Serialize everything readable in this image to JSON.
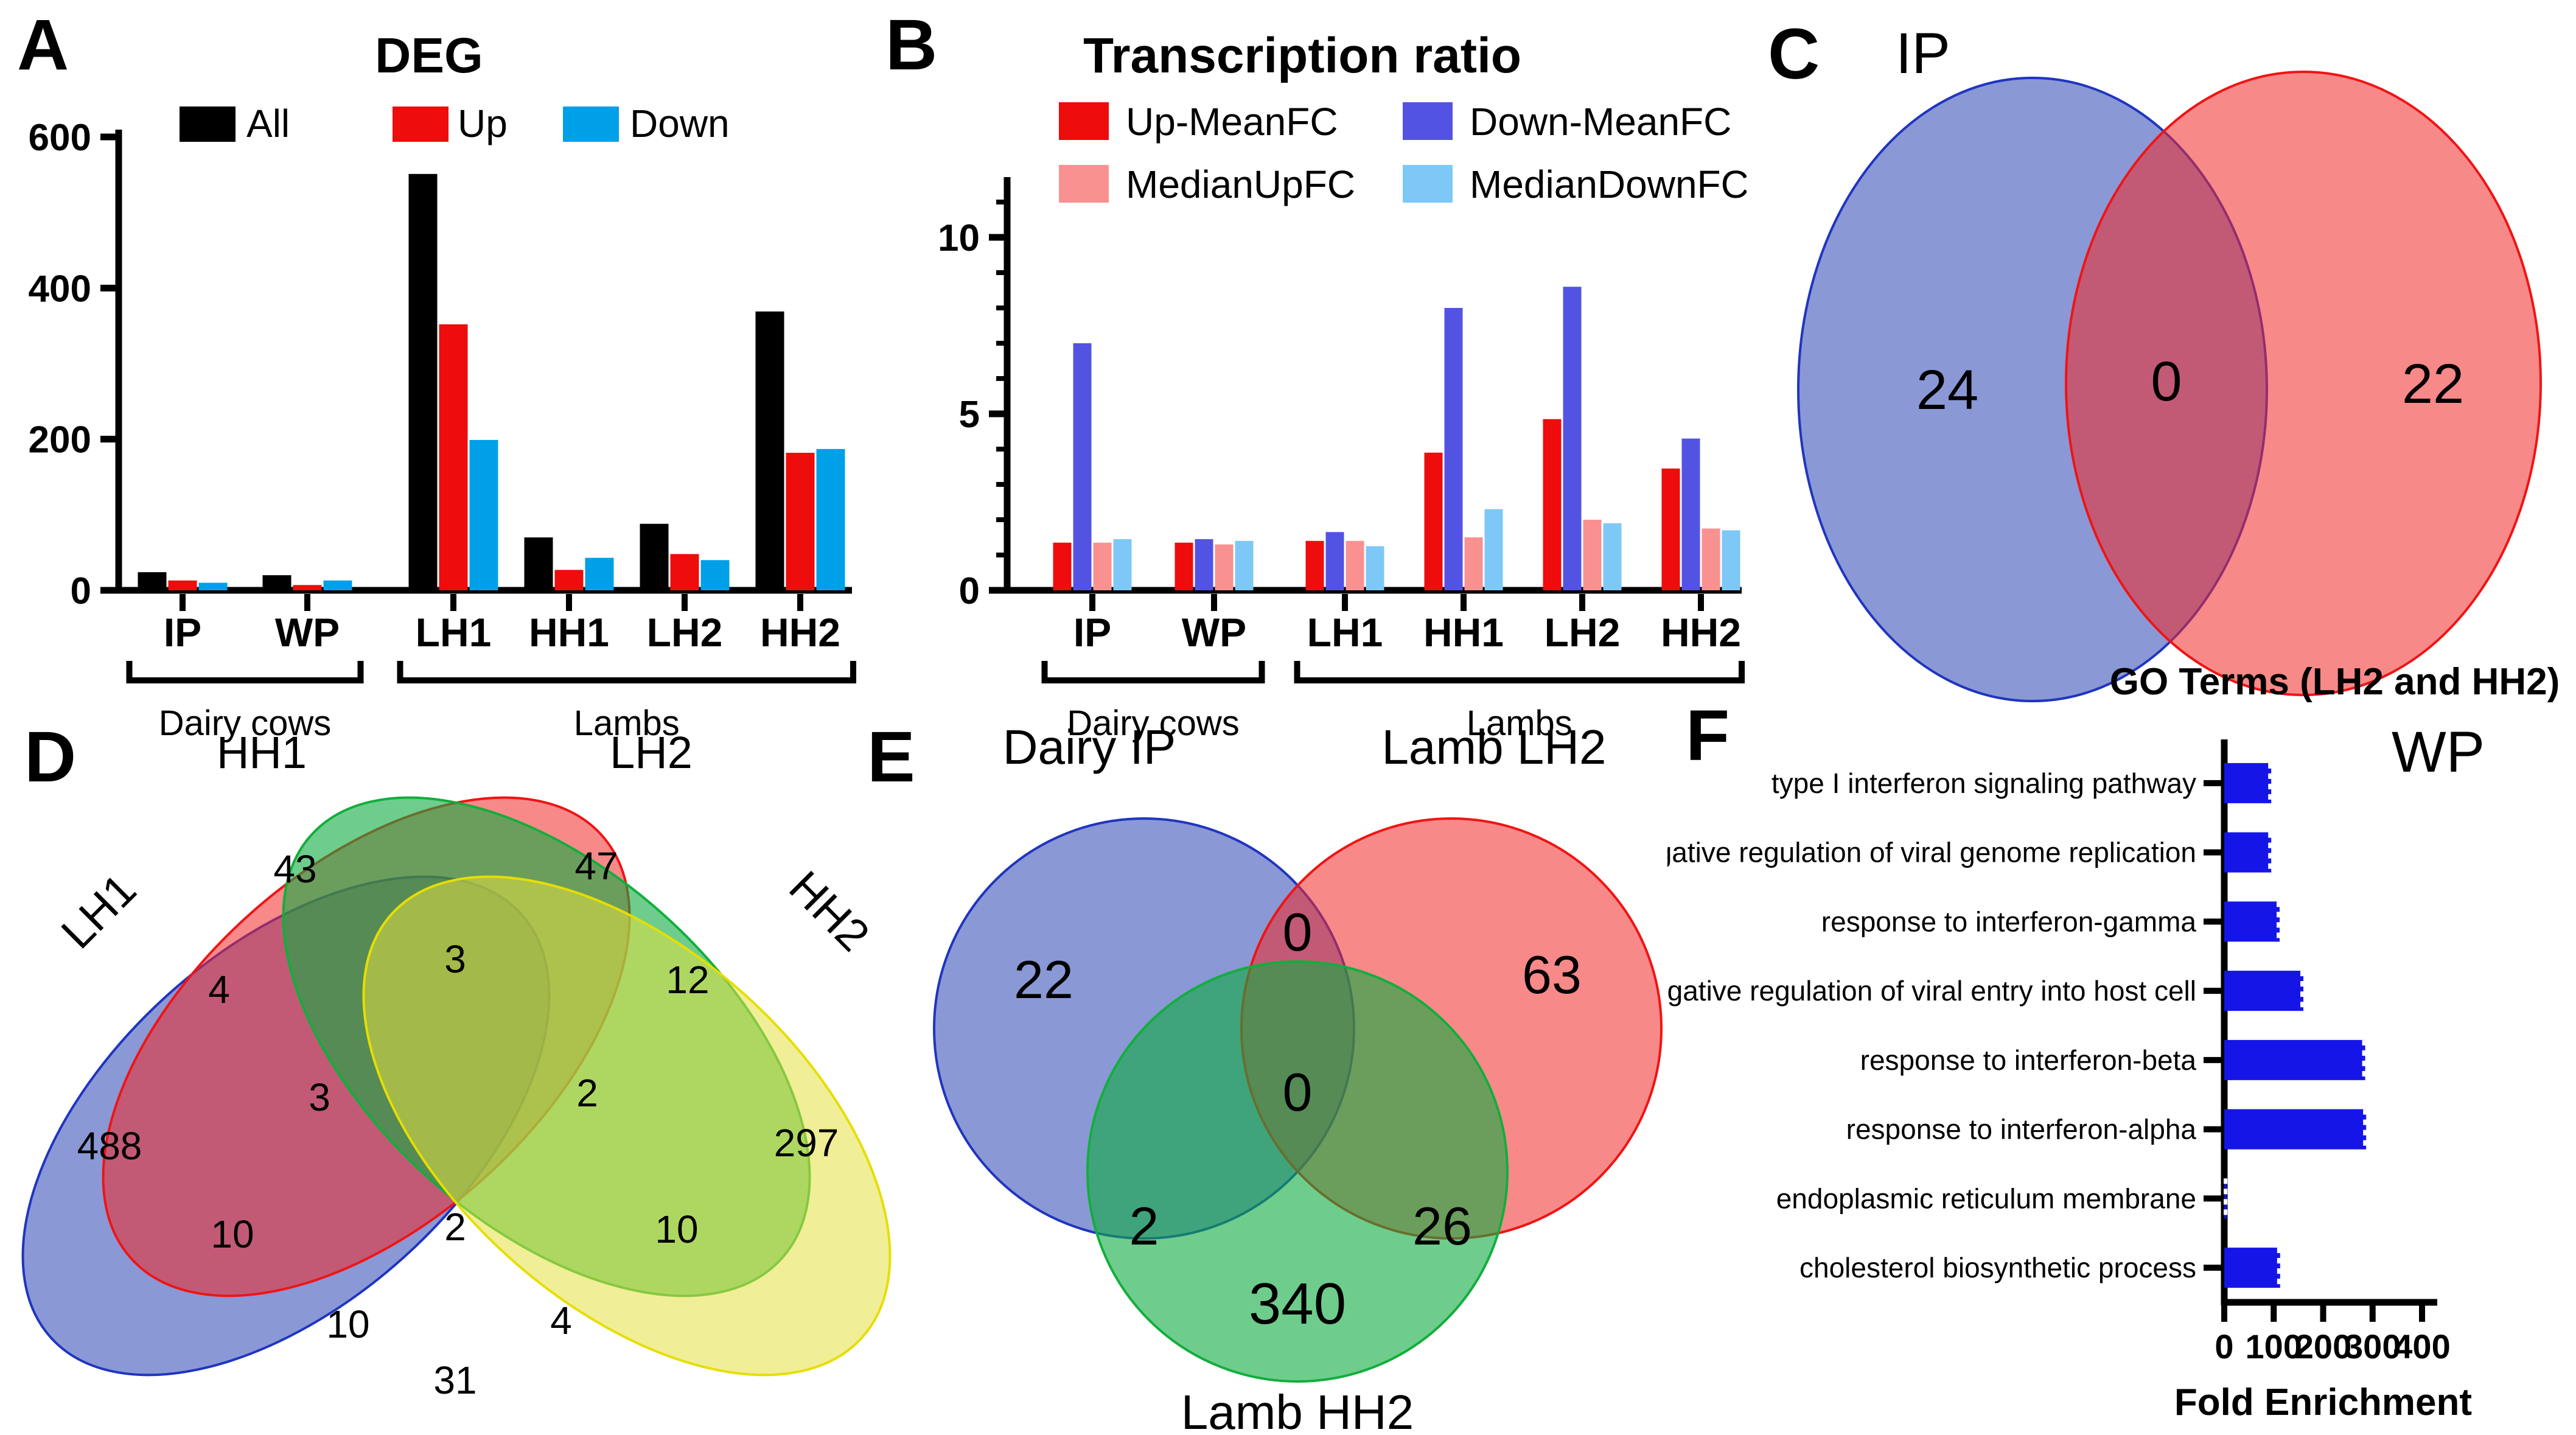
{
  "panelA": {
    "letter": "A",
    "title": "DEG",
    "legend": [
      {
        "label": "All",
        "color": "#000000"
      },
      {
        "label": "Up",
        "color": "#EE0C0C"
      },
      {
        "label": "Down",
        "color": "#00A0E9"
      }
    ],
    "chart_data": {
      "type": "bar",
      "categories": [
        "IP",
        "WP",
        "LH1",
        "HH1",
        "LH2",
        "HH2"
      ],
      "series": [
        {
          "name": "All",
          "color": "#000000",
          "values": [
            24,
            20,
            551,
            70,
            88,
            369
          ]
        },
        {
          "name": "Up",
          "color": "#EE0C0C",
          "values": [
            13,
            7,
            352,
            27,
            48,
            182
          ]
        },
        {
          "name": "Down",
          "color": "#00A0E9",
          "values": [
            10,
            13,
            199,
            43,
            40,
            187
          ]
        }
      ],
      "ylim": [
        0,
        600
      ],
      "yticks": [
        0,
        200,
        400,
        600
      ],
      "minor_ticks": [],
      "groups": [
        {
          "label": "Dairy cows",
          "from": 0,
          "to": 1
        },
        {
          "label": "Lambs",
          "from": 2,
          "to": 5
        }
      ]
    }
  },
  "panelB": {
    "letter": "B",
    "title": "Transcription ratio",
    "legend": [
      {
        "label": "Up-MeanFC",
        "color": "#EE0C0C"
      },
      {
        "label": "Down-MeanFC",
        "color": "#5353E3"
      },
      {
        "label": "MedianUpFC",
        "color": "#FA9191"
      },
      {
        "label": "MedianDownFC",
        "color": "#7EC8F8"
      }
    ],
    "chart_data": {
      "type": "bar",
      "categories": [
        "IP",
        "WP",
        "LH1",
        "HH1",
        "LH2",
        "HH2"
      ],
      "series": [
        {
          "name": "Up-MeanFC",
          "color": "#EE0C0C",
          "values": [
            1.35,
            1.35,
            1.4,
            3.9,
            4.85,
            3.45
          ]
        },
        {
          "name": "Down-MeanFC",
          "color": "#5353E3",
          "values": [
            7.0,
            1.45,
            1.65,
            8.0,
            8.6,
            4.3
          ]
        },
        {
          "name": "MedianUpFC",
          "color": "#FA9191",
          "values": [
            1.35,
            1.3,
            1.4,
            1.5,
            2.0,
            1.75
          ]
        },
        {
          "name": "MedianDownFC",
          "color": "#7EC8F8",
          "values": [
            1.45,
            1.4,
            1.25,
            2.3,
            1.9,
            1.7
          ]
        }
      ],
      "ylim": [
        0,
        11.5
      ],
      "yticks": [
        0,
        5,
        10
      ],
      "minor_ticks": [
        1,
        2,
        3,
        4,
        6,
        7,
        8,
        9,
        11
      ],
      "groups": [
        {
          "label": "Dairy cows",
          "from": 0,
          "to": 1
        },
        {
          "label": "Lambs",
          "from": 2,
          "to": 5
        }
      ]
    }
  },
  "panelC": {
    "letter": "C",
    "chart_data": {
      "type": "venn2",
      "sets": [
        {
          "label": "IP",
          "only": 24,
          "color": "blue"
        },
        {
          "label": "WP",
          "only": 22,
          "color": "red"
        }
      ],
      "overlap": 0
    }
  },
  "panelD": {
    "letter": "D",
    "chart_data": {
      "type": "venn4",
      "set_labels": [
        "LH1",
        "HH1",
        "LH2",
        "HH2"
      ],
      "set_colors": [
        "blue",
        "red",
        "green",
        "yellow"
      ],
      "regions": {
        "LH1": 488,
        "HH1": 43,
        "LH2": 47,
        "HH2": 297,
        "LH1∩HH1": 4,
        "HH1∩LH2": 3,
        "LH2∩HH2": 12,
        "LH1∩LH2": 10,
        "HH1∩HH2": 10,
        "LH1∩HH2": 31,
        "LH1∩HH1∩LH2": 3,
        "HH1∩LH2∩HH2": 2,
        "LH1∩LH2∩HH2": 10,
        "LH1∩HH1∩HH2": 4,
        "LH1∩HH1∩LH2∩HH2": 2
      }
    }
  },
  "panelE": {
    "letter": "E",
    "chart_data": {
      "type": "venn3",
      "set_labels": [
        "Dairy IP",
        "Lamb LH2",
        "Lamb HH2"
      ],
      "set_colors": [
        "blue",
        "red",
        "green"
      ],
      "regions": {
        "Dairy IP": 22,
        "Lamb LH2": 63,
        "Lamb HH2": 340,
        "IP∩LH2": 0,
        "IP∩HH2": 2,
        "LH2∩HH2": 26,
        "IP∩LH2∩HH2": 0
      }
    }
  },
  "panelF": {
    "letter": "F",
    "title": "GO Terms (LH2 and HH2)",
    "chart_data": {
      "type": "bar",
      "orientation": "horizontal",
      "categories": [
        "type I interferon signaling pathway",
        "negative regulation of viral genome replication",
        "response to interferon-gamma",
        "negative regulation of viral entry into host cell",
        "response to interferon-beta",
        "response to interferon-alpha",
        "endoplasmic reticulum membrane",
        "cholesterol biosynthetic process"
      ],
      "values": [
        95,
        95,
        112,
        160,
        285,
        287,
        5,
        113
      ],
      "xlabel": "Fold Enrichment",
      "xlim": [
        0,
        400
      ],
      "xticks": [
        0,
        100,
        200,
        300,
        400
      ],
      "bar_color": "#1515E8"
    }
  },
  "venn_colors": {
    "blue": {
      "fill": "rgb(42,68,179)",
      "opacity": 0.55,
      "stroke": "#1F35C0"
    },
    "red": {
      "fill": "rgb(240,40,40)",
      "opacity": 0.55,
      "stroke": "#F01414"
    },
    "green": {
      "fill": "rgb(13,172,63)",
      "opacity": 0.6,
      "stroke": "#12AE3C"
    },
    "yellow": {
      "fill": "rgb(228,224,64)",
      "opacity": 0.55,
      "stroke": "#E6DE00"
    }
  }
}
